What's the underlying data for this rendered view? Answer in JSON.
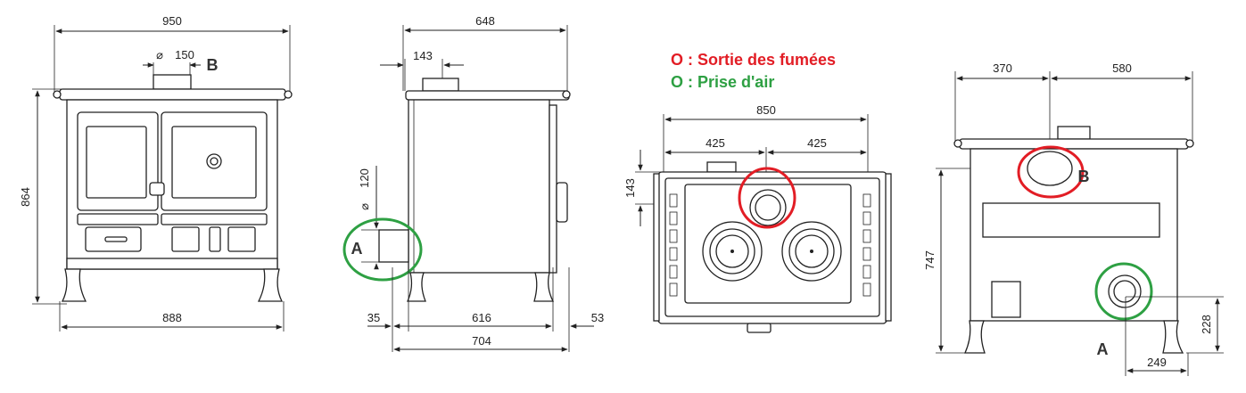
{
  "colors": {
    "red": "#e21d25",
    "green": "#2ea043",
    "line": "#222222"
  },
  "legend": {
    "smoke": "O : Sortie des fumées",
    "air": "O : Prise d'air"
  },
  "front_view": {
    "width": "950",
    "flue_diameter_symbol": "⌀",
    "flue_diameter": "150",
    "label_b": "B",
    "height": "864",
    "base_width": "888"
  },
  "side_view": {
    "depth": "648",
    "flue_offset": "143",
    "air_diameter_symbol": "⌀",
    "air_diameter": "120",
    "label_a": "A",
    "rear_overhang": "35",
    "body_depth": "616",
    "front_overhang": "53",
    "total_depth": "704"
  },
  "top_view": {
    "width": "850",
    "half_left": "425",
    "half_right": "425",
    "flue_offset": "143"
  },
  "rear_view": {
    "left_offset": "370",
    "right_offset": "580",
    "height": "747",
    "label_b": "B",
    "label_a": "A",
    "air_height": "228",
    "air_offset": "249"
  }
}
